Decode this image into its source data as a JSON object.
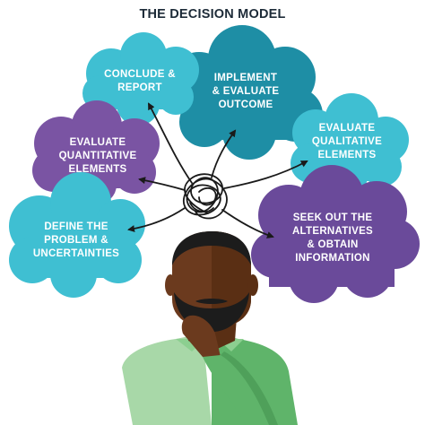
{
  "title": "THE DECISION MODEL",
  "colors": {
    "light_teal": "#3fbfd2",
    "dark_teal": "#1e8ea5",
    "purple": "#7a54a3",
    "dark_purple": "#6a4a9a",
    "skin": "#6b3a1e",
    "beard": "#1c1c1c",
    "shirt_light": "#a8d8a8",
    "shirt_dark": "#5fb46a",
    "arrow": "#1a1a1a"
  },
  "nodes": [
    {
      "id": "conclude",
      "lines": [
        "CONCLUDE &",
        "REPORT"
      ]
    },
    {
      "id": "implement",
      "lines": [
        "IMPLEMENT",
        "& EVALUATE",
        "OUTCOME"
      ]
    },
    {
      "id": "eval-quant",
      "lines": [
        "EVALUATE",
        "QUANTITATIVE",
        "ELEMENTS"
      ]
    },
    {
      "id": "eval-qual",
      "lines": [
        "EVALUATE",
        "QUALITATIVE",
        "ELEMENTS"
      ]
    },
    {
      "id": "define",
      "lines": [
        "DEFINE THE",
        "PROBLEM &",
        "UNCERTAINTIES"
      ]
    },
    {
      "id": "seek",
      "lines": [
        "SEEK OUT THE",
        "ALTERNATIVES",
        "& OBTAIN",
        "INFORMATION"
      ]
    }
  ]
}
